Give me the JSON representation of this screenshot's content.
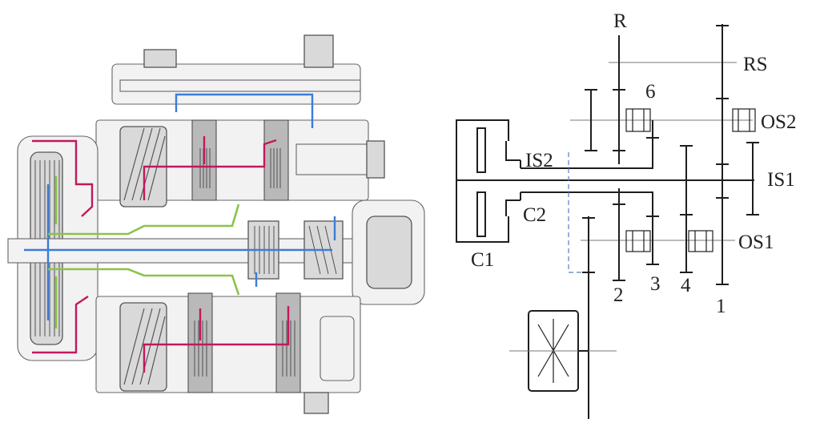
{
  "cutaway": {
    "flow_colors": {
      "red": "#c2185b",
      "blue": "#3b7dd8",
      "green": "#8bc34a"
    }
  },
  "schematic": {
    "labels": {
      "R": "R",
      "RS": "RS",
      "six": "6",
      "OS2": "OS2",
      "IS2": "IS2",
      "IS1": "IS1",
      "C2": "C2",
      "OS1": "OS1",
      "C1": "C1",
      "two": "2",
      "three": "3",
      "four": "4",
      "one": "1"
    }
  }
}
